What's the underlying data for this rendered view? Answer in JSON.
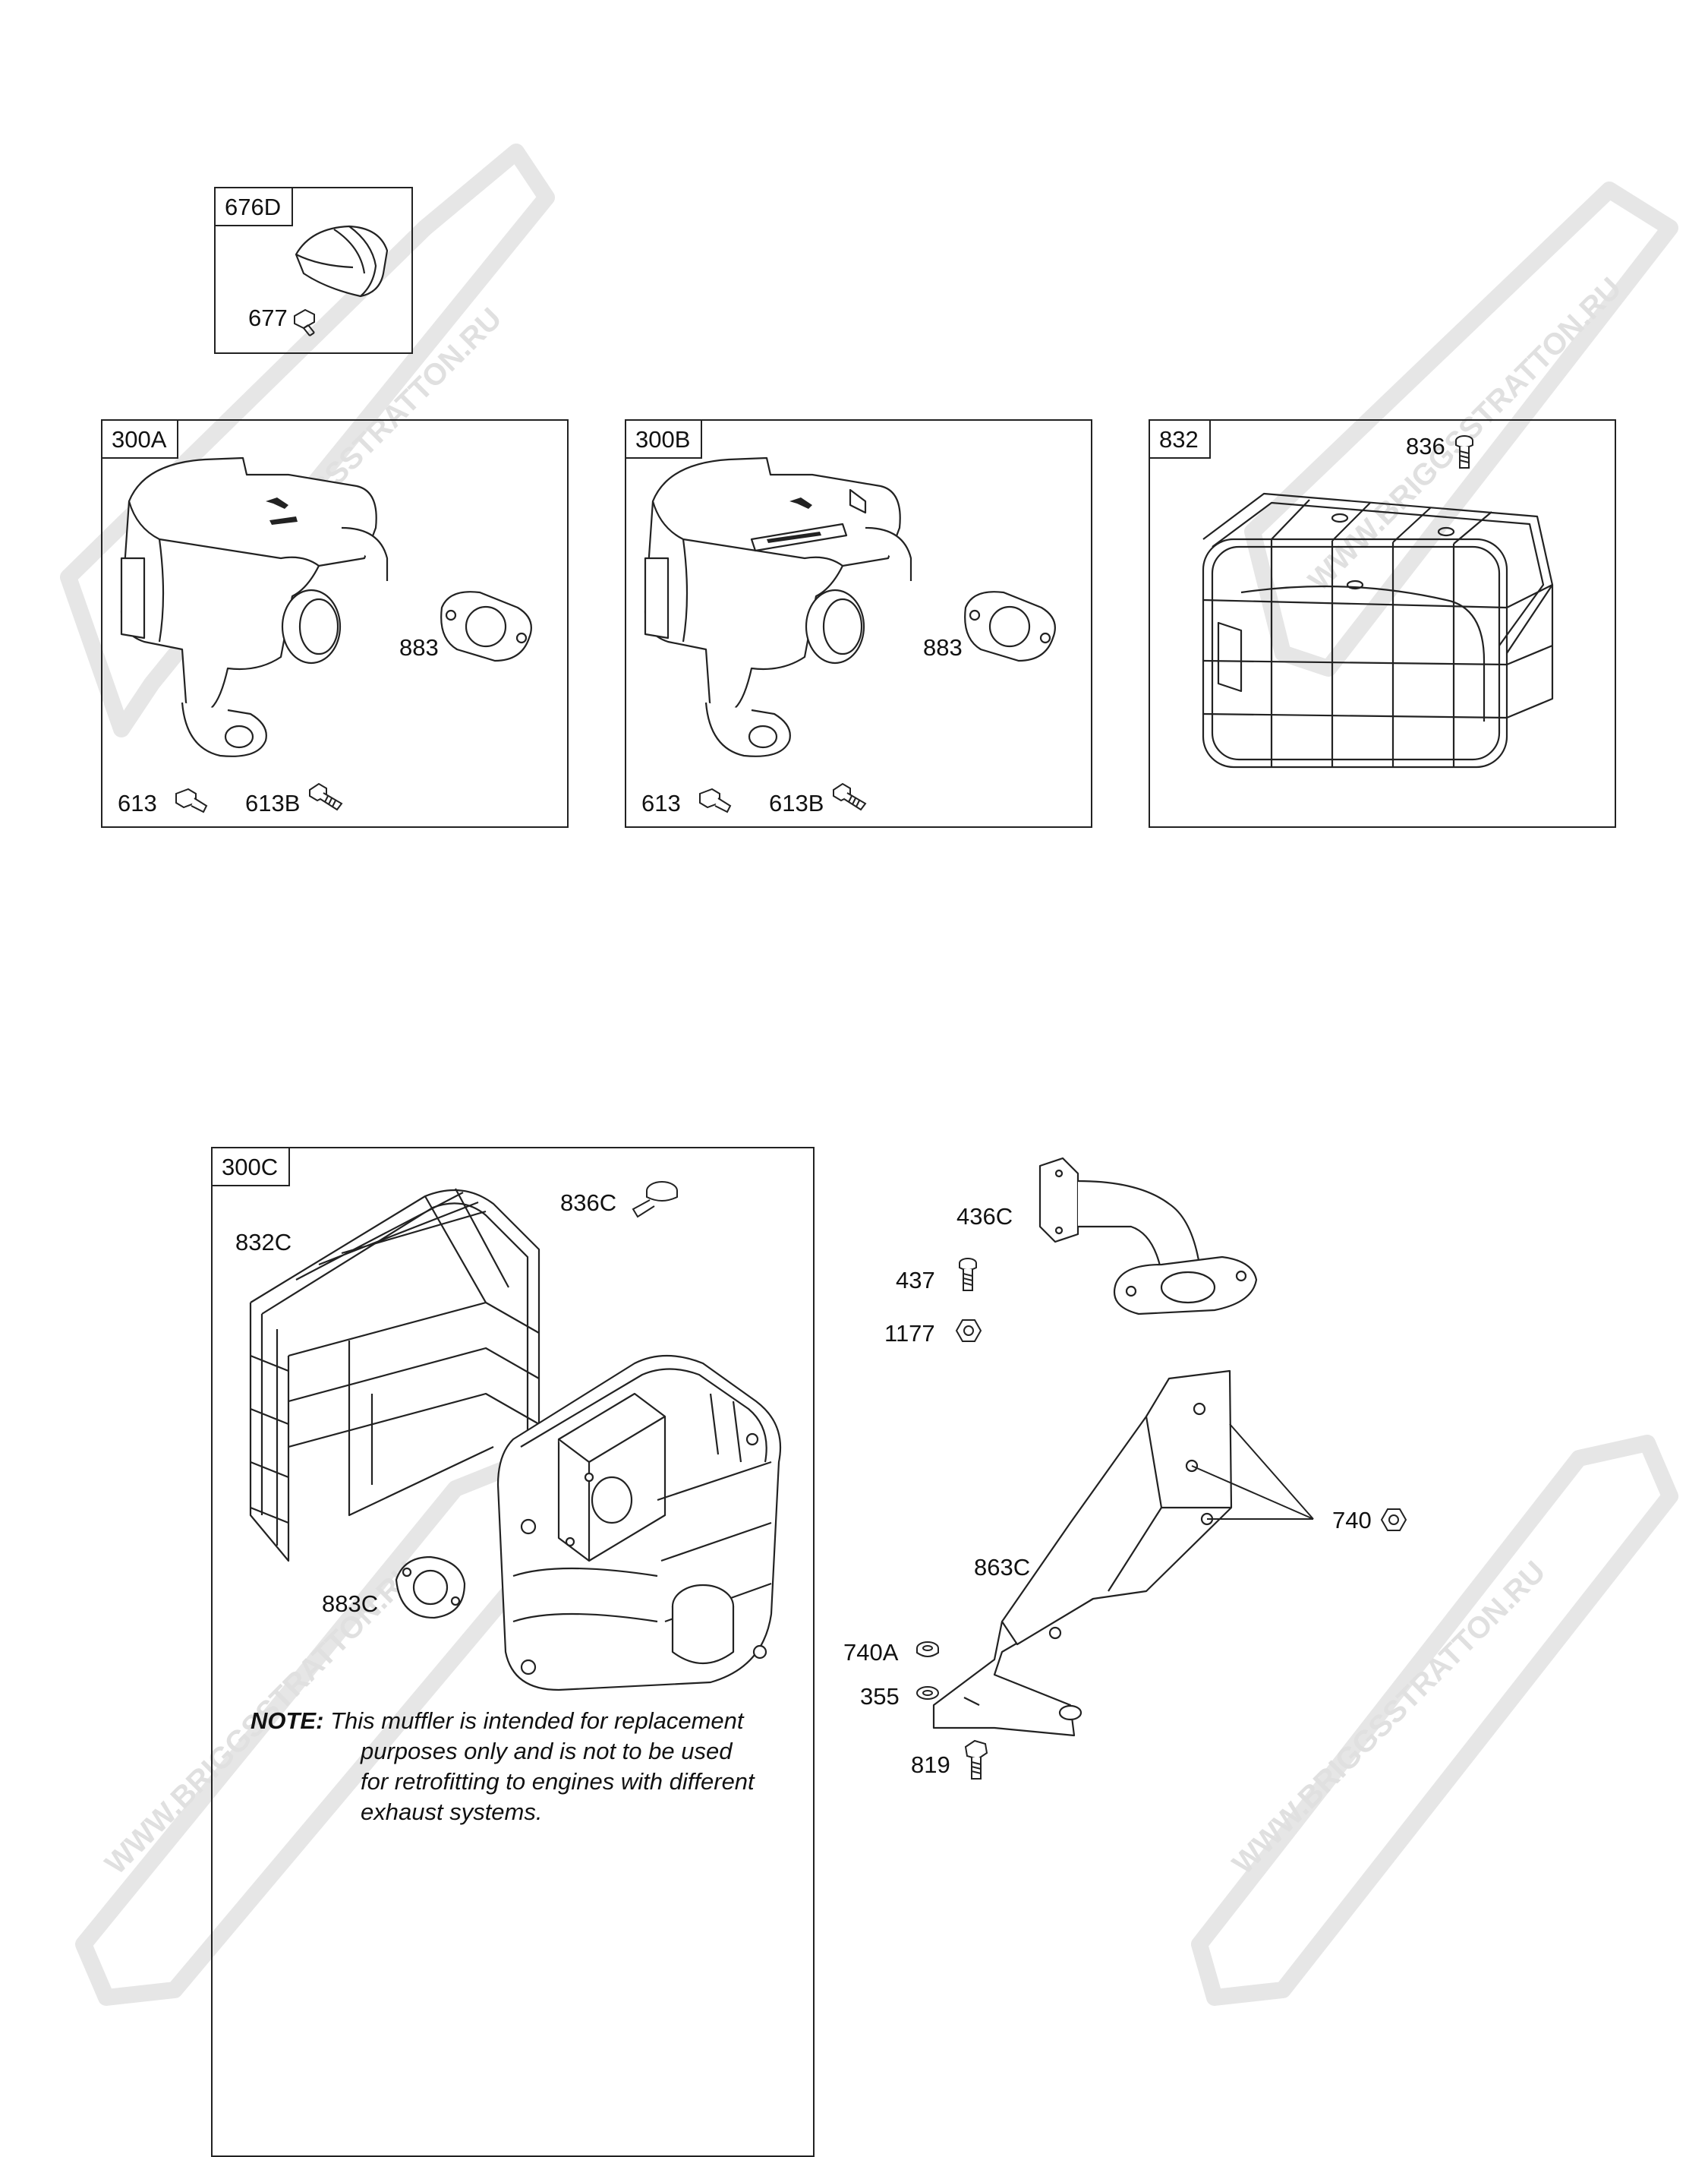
{
  "watermark": {
    "text": "WWW.BRIGGSSTRATTON.RU",
    "color": "#e2e2e2"
  },
  "groups": {
    "g676D": "676D",
    "g300A": "300A",
    "g300B": "300B",
    "g832": "832",
    "g300C": "300C"
  },
  "labels": {
    "p677": "677",
    "p883a": "883",
    "p613a": "613",
    "p613Ba": "613B",
    "p883b": "883",
    "p613b": "613",
    "p613Bb": "613B",
    "p836": "836",
    "p836C": "836C",
    "p832C": "832C",
    "p883C": "883C",
    "p436C": "436C",
    "p437": "437",
    "p1177": "1177",
    "p740": "740",
    "p863C": "863C",
    "p740A": "740A",
    "p355": "355",
    "p819": "819"
  },
  "note": {
    "keyword": "NOTE:",
    "line1": "This muffler is intended for replacement",
    "line2": "purposes only and is not to be used",
    "line3": "for retrofitting to engines with different",
    "line4": "exhaust systems."
  }
}
